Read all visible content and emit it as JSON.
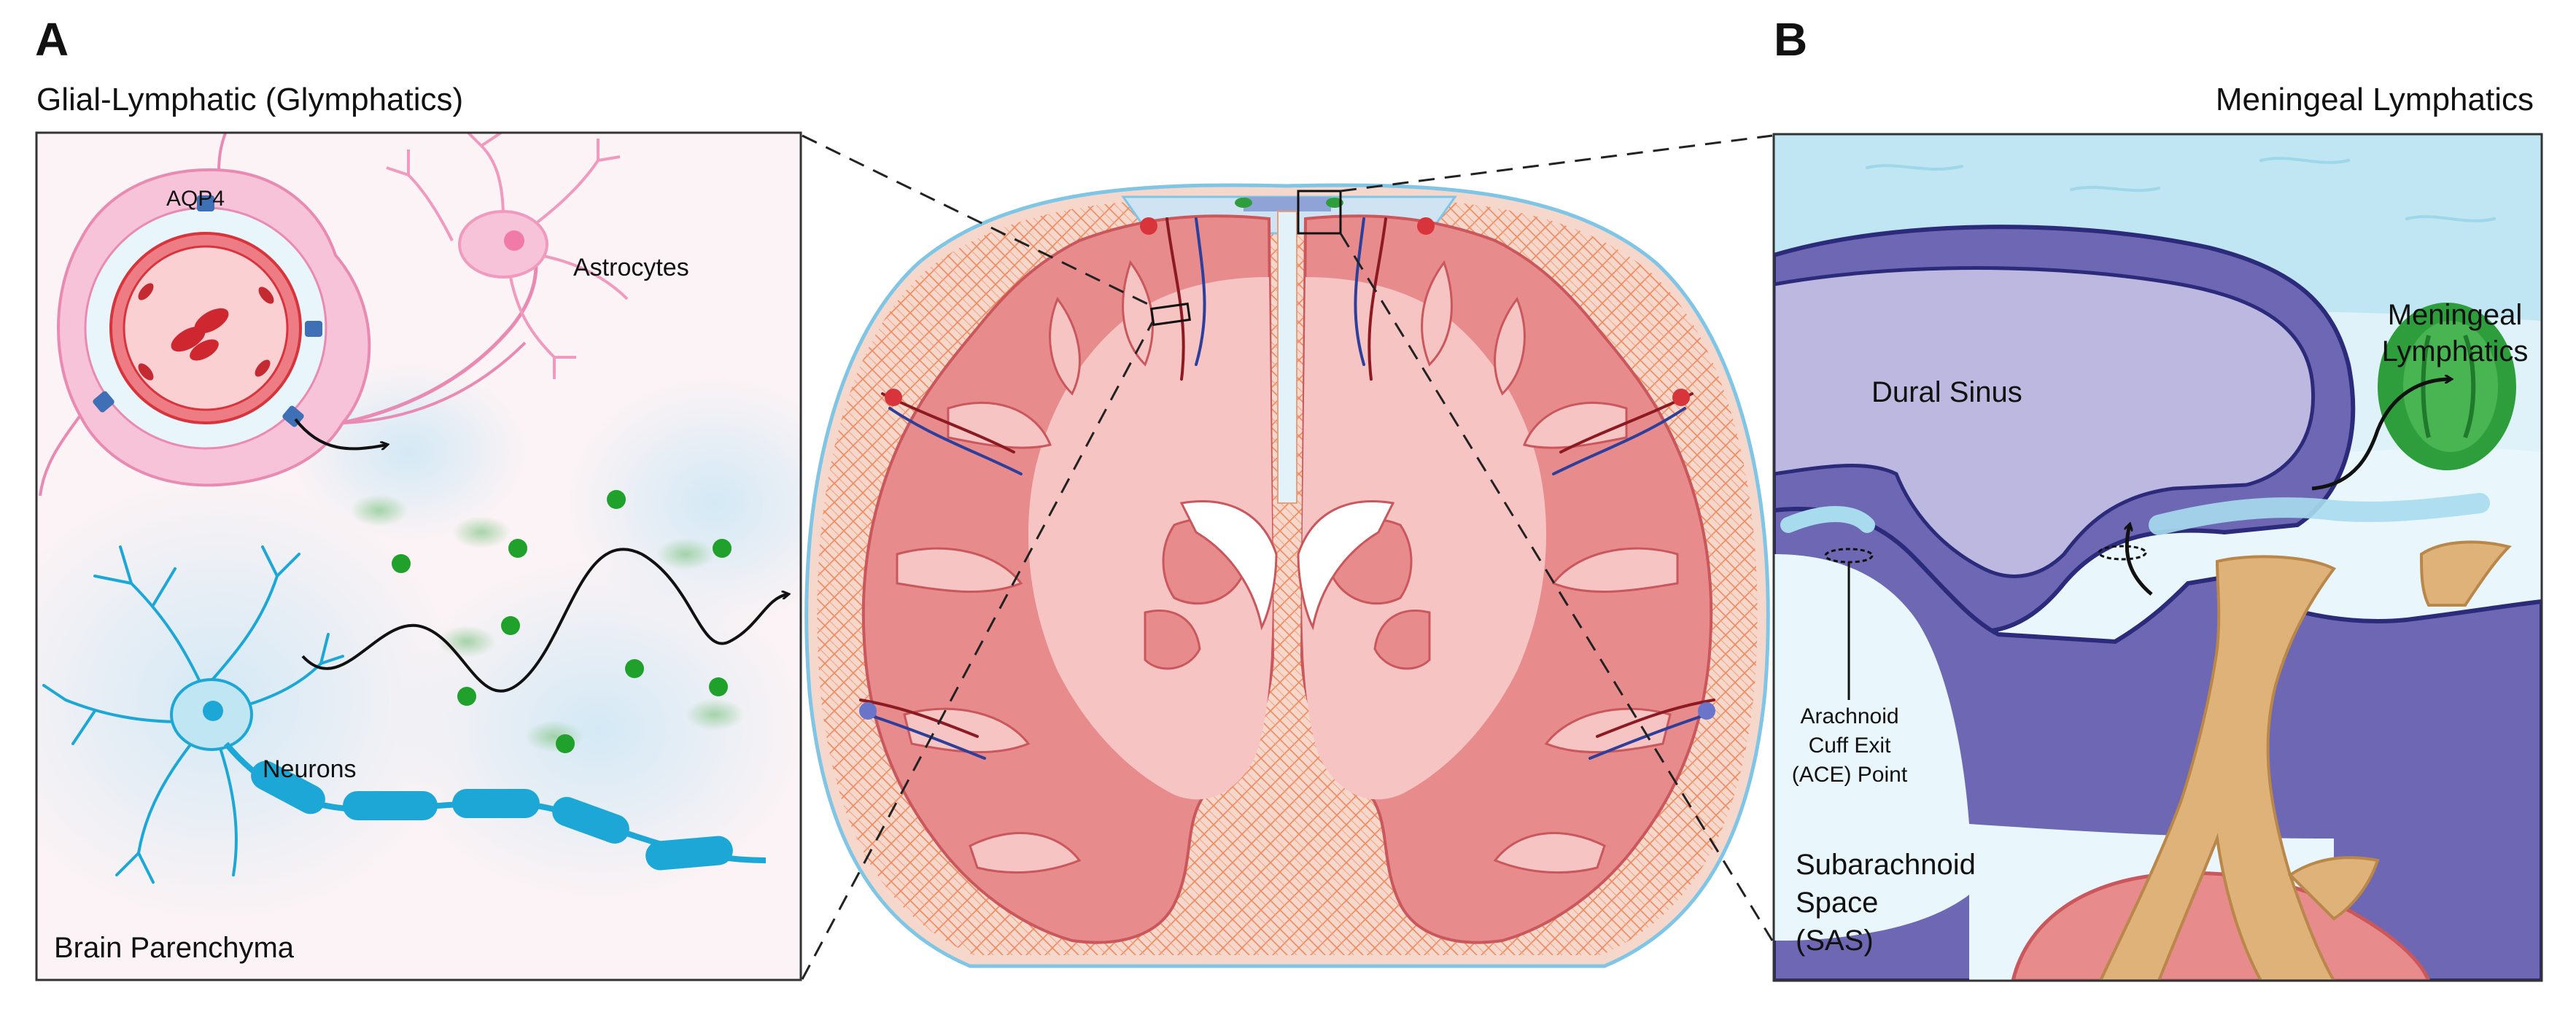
{
  "panel_a": {
    "letter": "A",
    "title": "Glial-Lymphatic (Glymphatics)",
    "labels": {
      "aqp4": "AQP4",
      "astrocytes": "Astrocytes",
      "neurons": "Neurons",
      "brain_parenchyma": "Brain Parenchyma"
    }
  },
  "panel_b": {
    "letter": "B",
    "title": "Meningeal Lymphatics",
    "labels": {
      "dural_sinus": "Dural Sinus",
      "meningeal_lymphatics_line1": "Meningeal",
      "meningeal_lymphatics_line2": "Lymphatics",
      "ace_line1": "Arachnoid",
      "ace_line2": "Cuff Exit",
      "ace_line3": "(ACE) Point",
      "sas_line1": "Subarachnoid",
      "sas_line2": "Space",
      "sas_line3": "(SAS)"
    }
  },
  "colors": {
    "astrocyte_pink": "#f4a6c8",
    "vessel_red": "#d8343c",
    "neuron_blue": "#1da7d6",
    "solute_green": "#1fa12b",
    "brain_pink": "#e8878a",
    "dura_purple": "#6e68b4",
    "sinus_lavender": "#bdb8e0",
    "lymphatic_green": "#2e9e3c",
    "arachnoid_tan": "#deb278",
    "csf_light_blue": "#bfe6f2"
  }
}
